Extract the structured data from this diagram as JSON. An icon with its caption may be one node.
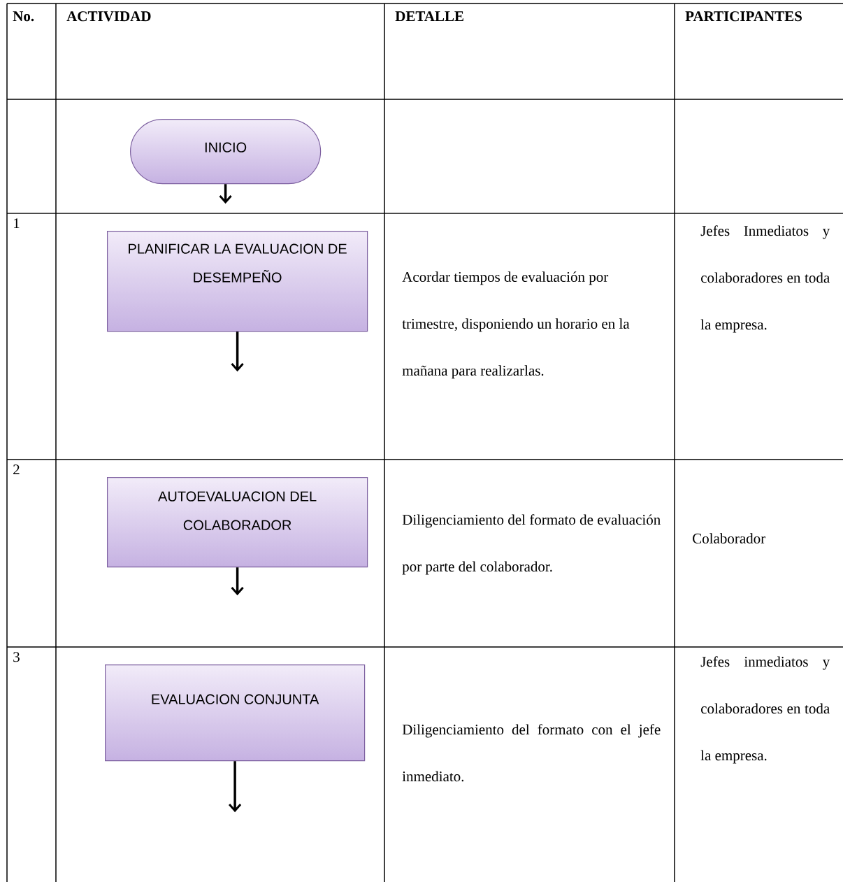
{
  "diagram": {
    "nodes": [
      {
        "text": [
          "INICIO"
        ]
      },
      {
        "text": [
          "PLANIFICAR LA EVALUACION DE DESEMPEÑO"
        ]
      },
      {
        "text": [
          "AUTOEVALUACION DEL COLABORADOR"
        ]
      },
      {
        "text": [
          "EVALUACION CONJUNTA"
        ]
      }
    ],
    "edges": [
      {
        "from": 0,
        "to": null,
        "arrow": "to"
      },
      {
        "from": 1,
        "to": null,
        "arrow": "to"
      },
      {
        "from": 2,
        "to": null,
        "arrow": "to"
      },
      {
        "from": 3,
        "to": null,
        "arrow": "to"
      }
    ],
    "labels": [
      "No.",
      "ACTIVIDAD",
      "DETALLE",
      "PARTICIPANTES",
      "1",
      "Acordar tiempos de evaluación por trimestre, disponiendo un horario en la mañana para realizarlas.",
      "Jefes Inmediatos y colaboradores en toda la empresa.",
      "2",
      "Diligenciamiento del formato de evaluación por parte del colaborador.",
      "Colaborador",
      "3",
      "Diligenciamiento del formato con el jefe inmediato.",
      "Jefes inmediatos y colaboradores en toda la empresa."
    ]
  }
}
